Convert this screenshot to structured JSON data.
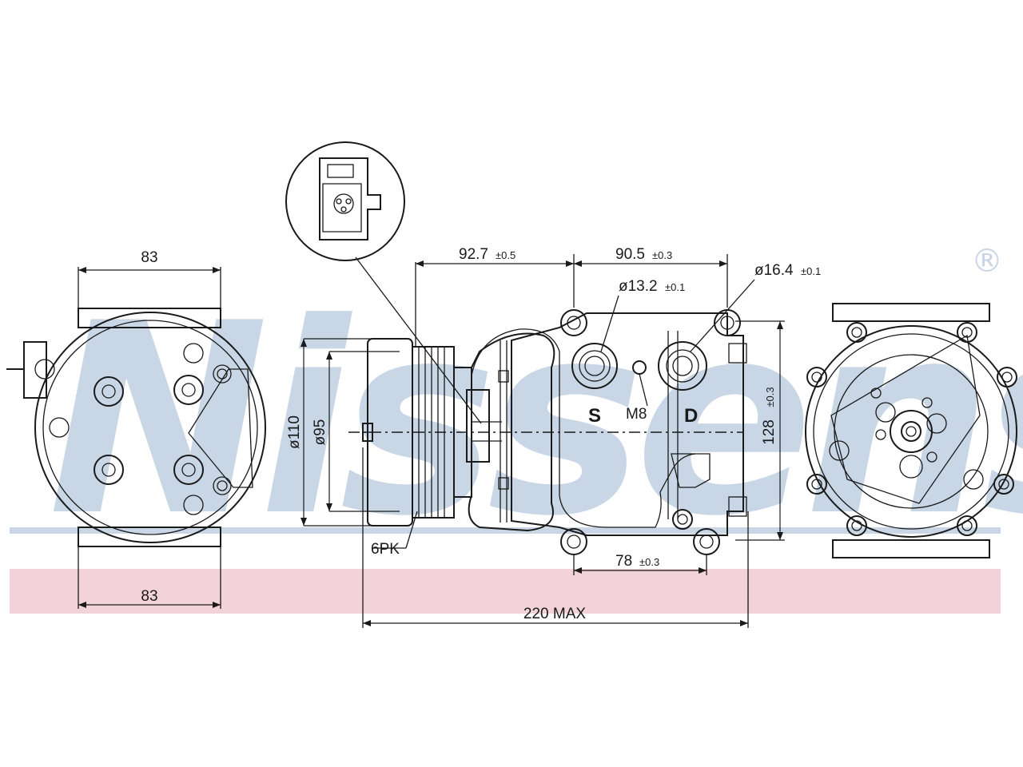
{
  "watermark": {
    "brand": "Nissens",
    "registered": "®",
    "brand_color": "#c9d6e6",
    "band_color": "#f3d3da"
  },
  "dimensions": {
    "left_top_width": "83",
    "left_bottom_width": "83",
    "suction_offset": "92.7",
    "suction_offset_tol": "±0.5",
    "port_spacing": "90.5",
    "port_spacing_tol": "±0.3",
    "suction_diameter": "ø13.2",
    "suction_diameter_tol": "±0.1",
    "discharge_diameter": "ø16.4",
    "discharge_diameter_tol": "±0.1",
    "pulley_outer_diameter": "ø110",
    "pulley_groove_diameter": "ø95",
    "mount_height": "128",
    "mount_height_tol": "±0.3",
    "mount_spacing": "78",
    "mount_spacing_tol": "±0.3",
    "overall_length": "220 MAX",
    "belt_type": "6PK"
  },
  "ports": {
    "suction": "S",
    "discharge": "D",
    "thread": "M8"
  }
}
